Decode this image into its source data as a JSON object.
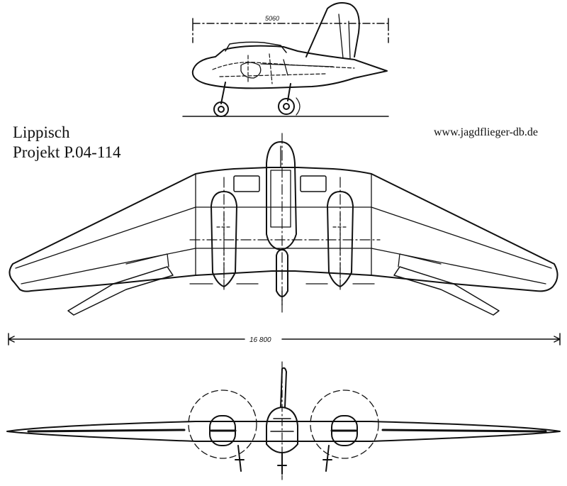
{
  "labels": {
    "manufacturer": "Lippisch",
    "project": "Projekt P.04-114",
    "website": "www.jagdflieger-db.de"
  },
  "dimensions": {
    "side_length": "5060",
    "wingspan": "16 800"
  },
  "colors": {
    "ink": "#111111",
    "paper": "#ffffff"
  }
}
